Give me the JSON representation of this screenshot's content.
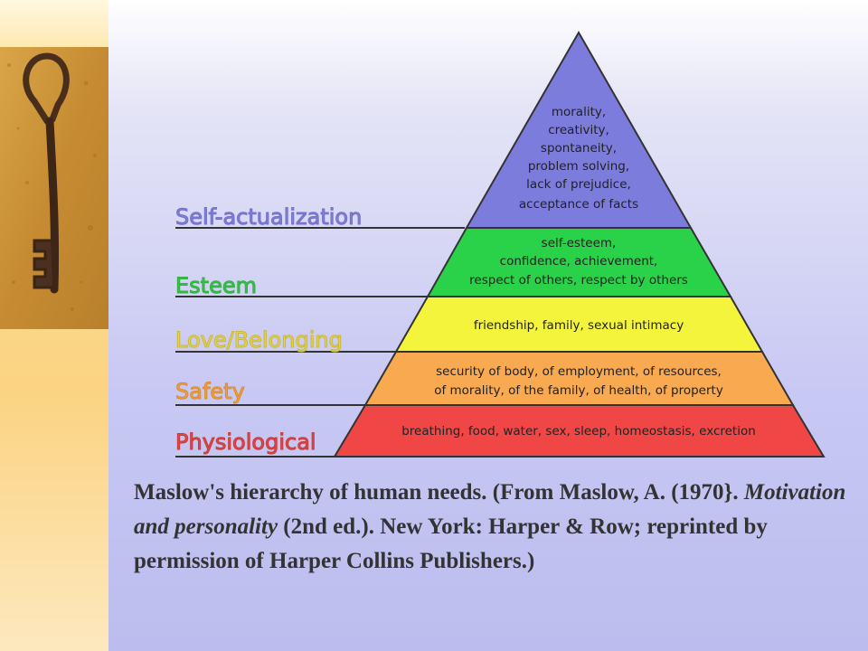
{
  "diagram": {
    "levels": [
      {
        "name": "Self-actualization",
        "color": "#7c7cdc",
        "label_color": "#8080d8",
        "lines": [
          "morality,",
          "creativity,",
          "spontaneity,",
          "problem solving,",
          "lack of prejudice,",
          "acceptance of facts"
        ]
      },
      {
        "name": "Esteem",
        "color": "#2ad24a",
        "label_color": "#36c24a",
        "lines": [
          "self-esteem,",
          "confidence, achievement,",
          "respect of others, respect by others"
        ]
      },
      {
        "name": "Love/Belonging",
        "color": "#f4f43c",
        "label_color": "#e6d64a",
        "lines": [
          "friendship, family, sexual intimacy"
        ]
      },
      {
        "name": "Safety",
        "color": "#f9a94f",
        "label_color": "#f0a040",
        "lines": [
          "security of body, of employment, of resources,",
          "of morality, of the family, of health, of property"
        ]
      },
      {
        "name": "Physiological",
        "color": "#f04646",
        "label_color": "#e04848",
        "lines": [
          "breathing, food, water, sex, sleep, homeostasis, excretion"
        ]
      }
    ]
  },
  "caption": {
    "part1": "Maslow's hierarchy of human needs. (From Maslow, A. (1970}. ",
    "italic": "Motivation and personality",
    "part2": " (2nd ed.). New York: Harper & Row; reprinted by permission of Harper Collins Publishers.)"
  }
}
